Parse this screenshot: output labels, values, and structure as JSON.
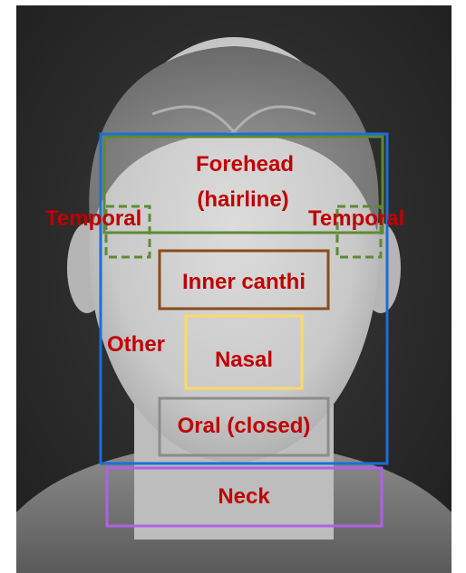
{
  "figure": {
    "colors": {
      "label_text": "#c00000",
      "whole_face_box": "#1a6fd6",
      "forehead_box": "#5e8a34",
      "temporal_box": "#5e8a34",
      "inner_canthi_box": "#8a4b1a",
      "nasal_box": "#ffd966",
      "oral_box": "#8c8c8c",
      "neck_box": "#b061e6"
    },
    "labels": {
      "forehead_line1": "Forehead",
      "forehead_line2": "(hairline)",
      "temporal_left": "Temporal",
      "temporal_right": "Temporal",
      "inner_canthi": "Inner canthi",
      "other": "Other",
      "nasal": "Nasal",
      "oral": "Oral (closed)",
      "neck": "Neck"
    }
  }
}
